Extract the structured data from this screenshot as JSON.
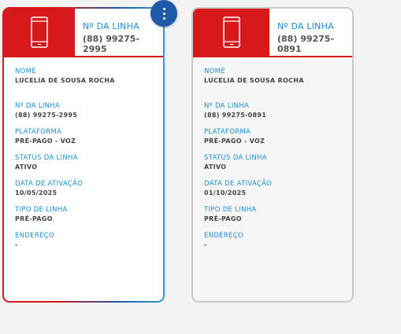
{
  "cards": [
    {
      "header_label": "Nº DA LINHA",
      "header_value": "(88) 99275-2995",
      "fields": {
        "nome_label": "NOME",
        "nome_value": "LUCELIA DE SOUSA ROCHA",
        "linha_label": "Nº DA LINHA",
        "linha_value": "(88) 99275-2995",
        "plataforma_label": "PLATAFORMA",
        "plataforma_value": "PRÉ-PAGO - VOZ",
        "status_label": "STATUS DA LINHA",
        "status_value": "ATIVO",
        "ativacao_label": "DATA DE ATIVAÇÃO",
        "ativacao_value": "10/05/2025",
        "tipo_label": "TIPO DE LINHA",
        "tipo_value": "PRÉ-PAGO",
        "endereco_label": "ENDEREÇO",
        "endereco_value": "-"
      }
    },
    {
      "header_label": "Nº DA LINHA",
      "header_value": "(88) 99275-0891",
      "fields": {
        "nome_label": "NOME",
        "nome_value": "LUCELIA DE SOUSA ROCHA",
        "linha_label": "Nº DA LINHA",
        "linha_value": "(88) 99275-0891",
        "plataforma_label": "PLATAFORMA",
        "plataforma_value": "PRÉ-PAGO - VOZ",
        "status_label": "STATUS DA LINHA",
        "status_value": "ATIVO",
        "ativacao_label": "DATA DE ATIVAÇÃO",
        "ativacao_value": "01/10/2025",
        "tipo_label": "TIPO DE LINHA",
        "tipo_value": "PRÉ-PAGO",
        "endereco_label": "ENDEREÇO",
        "endereco_value": "-"
      }
    }
  ],
  "icons": {
    "header": "mobile-phone-icon",
    "menu": "more-vertical-icon"
  },
  "colors": {
    "brand_red": "#d7191c",
    "accent_blue": "#1b8fd0",
    "menu_blue": "#1e5aa8"
  }
}
